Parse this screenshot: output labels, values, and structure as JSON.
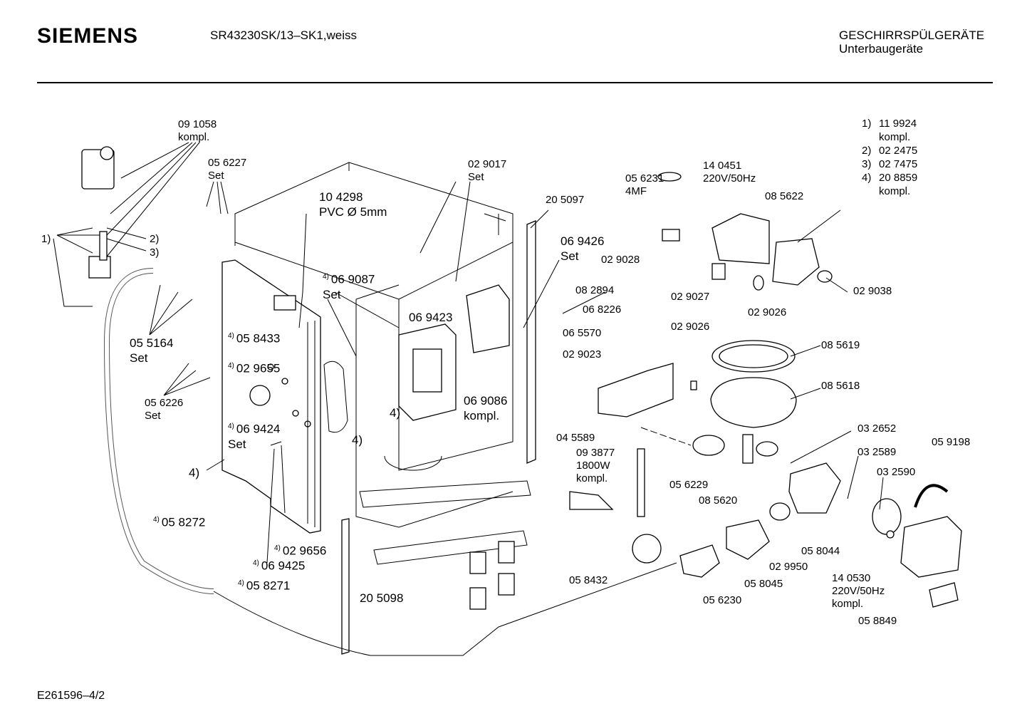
{
  "header": {
    "brand": "SIEMENS",
    "model": "SR43230SK/13–SK1,weiss",
    "category_line1": "GESCHIRRSPÜLGERÄTE",
    "category_line2": "Unterbaugeräte"
  },
  "footer": {
    "code": "E261596–4/2"
  },
  "notes": [
    {
      "key": "1)",
      "value": "11 9924",
      "extra": "kompl."
    },
    {
      "key": "2)",
      "value": "02 2475",
      "extra": ""
    },
    {
      "key": "3)",
      "value": "02 7475",
      "extra": ""
    },
    {
      "key": "4)",
      "value": "20 8859",
      "extra": "kompl."
    }
  ],
  "labels": {
    "l091058": "09 1058",
    "l091058b": "kompl.",
    "l056227": "05 6227",
    "l056227b": "Set",
    "l104298": "10 4298",
    "l104298b": "PVC Ø 5mm",
    "l029017": "02 9017",
    "l029017b": "Set",
    "l205097": "20 5097",
    "l056231": "05 6231",
    "l056231b": "4MF",
    "l140451": "14 0451",
    "l140451b": "220V/50Hz",
    "l085622": "08 5622",
    "l1": "1)",
    "l2": "2)",
    "l3": "3)",
    "l069426": "06 9426",
    "l069426b": "Set",
    "l029028": "02 9028",
    "l069087": "06 9087",
    "l069087b": "Set",
    "l029027": "02 9027",
    "l029026a": "02 9026",
    "l029038": "02 9038",
    "l082894": "08 2894",
    "l068226": "06 8226",
    "l069423": "06 9423",
    "l058433": "05 8433",
    "l055164": "05 5164",
    "l055164b": "Set",
    "l065570": "06 5570",
    "l029026b": "02 9026",
    "l085619": "08 5619",
    "l029655": "02 9655",
    "l029023": "02 9023",
    "l085618": "08 5618",
    "l056226": "05 6226",
    "l056226b": "Set",
    "l069086": "06 9086",
    "l069086b": "kompl.",
    "l4a": "4)",
    "l069424": "06 9424",
    "l069424b": "Set",
    "l4b": "4)",
    "l045589": "04 5589",
    "l032652": "03 2652",
    "l093877": "09 3877",
    "l093877b": "1800W",
    "l093877c": "kompl.",
    "l032589": "03 2589",
    "l059198": "05 9198",
    "l032590": "03 2590",
    "l4c": "4)",
    "l056229": "05 6229",
    "l085620": "08 5620",
    "l058272": "05 8272",
    "l029656": "02 9656",
    "l058044": "05 8044",
    "l069425": "06 9425",
    "l029950": "02 9950",
    "l058432": "05 8432",
    "l058045": "05 8045",
    "l140530": "14 0530",
    "l140530b": "220V/50Hz",
    "l140530c": "kompl.",
    "l058271": "05 8271",
    "l205098": "20 5098",
    "l056230": "05 6230",
    "l058849": "05 8849",
    "sup4": "4)"
  }
}
